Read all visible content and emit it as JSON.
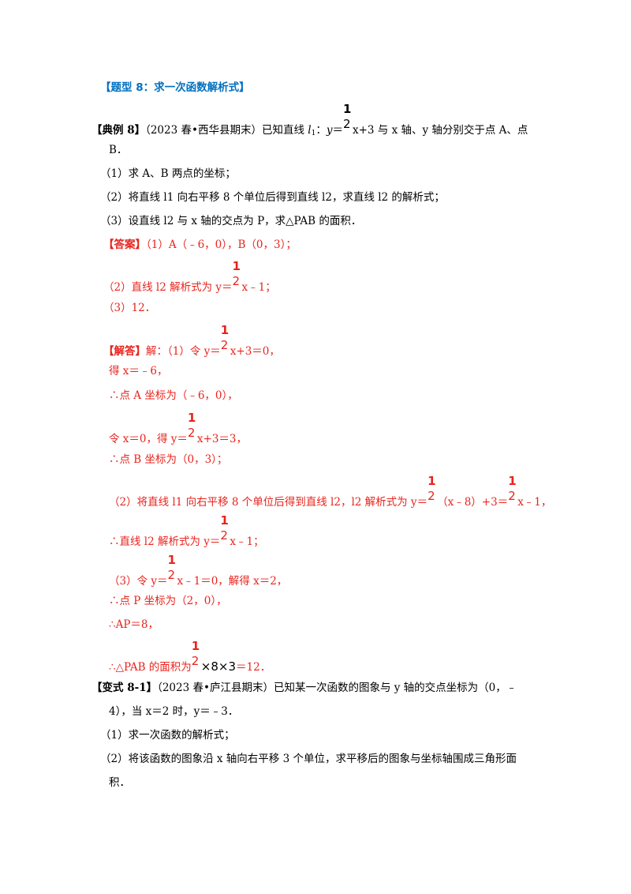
{
  "heading": "【题型 8：求一次函数解析式】",
  "example": {
    "label": "【典例 8】",
    "source": "（2023 春•西华县期末）已知直线",
    "line1_tail": "x+3 与 x 轴、y 轴分别交于点 A、点",
    "line2": "B．",
    "q1": "（1）求 A、B 两点的坐标；",
    "q2": "（2）将直线 l1 向右平移 8 个单位后得到直线 l2，求直线 l2 的解析式；",
    "q3": "（3）设直线 l2 与 x 轴的交点为 P，求△PAB 的面积．"
  },
  "answer": {
    "label": "【答案】",
    "a1": "（1）A（﹣6，0），B（0，3）；",
    "a2": "（2）直线 l2 解析式为 y＝",
    "a2_tail": "x﹣1；",
    "a3": "（3）12．"
  },
  "solution": {
    "label": "【解答】",
    "s1": "解：（1）令 y＝",
    "s1_tail": "x+3＝0，",
    "s2": "得 x＝﹣6，",
    "s3": "∴点 A 坐标为（﹣6，0），",
    "s4": "令 x＝0，得 y＝",
    "s4_tail": "x+3＝3，",
    "s5": "∴点 B 坐标为（0，3）；",
    "s6": "（2）将直线 l1 向右平移 8 个单位后得到直线 l2，l2 解析式为 y＝",
    "s6_mid": "（x﹣8）+3＝",
    "s6_tail": "x﹣1，",
    "s7": "∴直线 l2 解析式为 y＝",
    "s7_tail": "x﹣1；",
    "s8": "（3）令 y＝",
    "s8_tail": "x﹣1＝0，解得 x＝2，",
    "s9": "∴点 P 坐标为（2，0），",
    "s10": "∴AP＝8，",
    "s11": "∴△PAB 的面积为",
    "s11_tail": "＝12．",
    "s11_expr": "×8×3"
  },
  "variant": {
    "label": "【变式 8-1】",
    "line1": "（2023 春•庐江县期末）已知某一次函数的图象与 y 轴的交点坐标为（0，﹣",
    "line2": "4），当 x＝2 时，y＝﹣3．",
    "q1": "（1）求一次函数的解析式；",
    "q2a": "（2）将该函数的图象沿 x 轴向右平移 3 个单位，求平移后的图象与坐标轴围成三角形面",
    "q2b": "积．"
  },
  "fraction": {
    "num": "1",
    "den": "2"
  },
  "colors": {
    "red": "#e8231c",
    "blue": "#0070c0"
  }
}
